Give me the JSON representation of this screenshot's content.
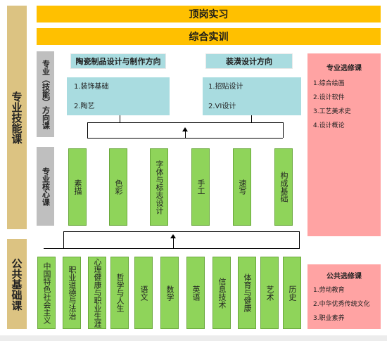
{
  "banners": {
    "internship": "顶岗实习",
    "training": "综合实训"
  },
  "side_labels": {
    "professional_skills": "专业技能课",
    "public_basic": "公共基础课"
  },
  "row_labels": {
    "direction": "专业（技能）方向课",
    "core": "专业核心课"
  },
  "directions": [
    {
      "title": "陶瓷制品设计与制作方向",
      "items": [
        "1.装饰基础",
        "2.陶艺"
      ]
    },
    {
      "title": "装潢设计方向",
      "items": [
        "1.招贴设计",
        "2.VI设计"
      ]
    }
  ],
  "core_courses": [
    "素描",
    "色彩",
    "字体与标志设计",
    "手工",
    "速写",
    "构成基础"
  ],
  "public_courses": [
    "中国特色社会主义",
    "职业道德与法治",
    "心理健康与职业生涯",
    "哲学与人生",
    "语文",
    "数学",
    "英语",
    "信息技术",
    "体育与健康",
    "艺术",
    "历史"
  ],
  "professional_electives": {
    "title": "专业选修课",
    "items": [
      "1.综合绘画",
      "2.设计软件",
      "3.工艺美术史",
      "4.设计概论"
    ]
  },
  "public_electives": {
    "title": "公共选修课",
    "items": [
      "1.劳动教育",
      "2.中华优秀传统文化",
      "3.职业素养"
    ]
  },
  "colors": {
    "banner": "#ffc000",
    "side": "#dcc382",
    "row_label": "#bfbfbf",
    "direction": "#a9dce0",
    "course": "#8fd45a",
    "elective": "#ffa3a3"
  }
}
